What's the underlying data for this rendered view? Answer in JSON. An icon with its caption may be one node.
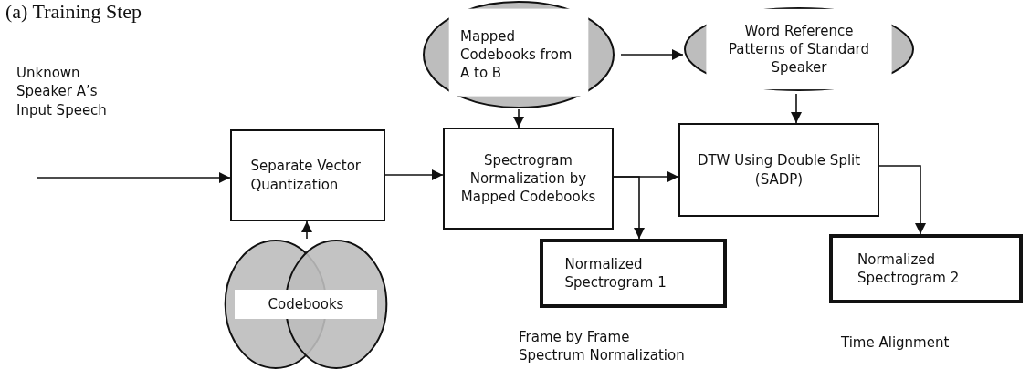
{
  "diagram": {
    "title": "(a) Training Step",
    "nodes": [
      {
        "text": [
          "Separate Vector Quantization"
        ]
      },
      {
        "text": [
          "Codebooks"
        ]
      },
      {
        "text": [
          "Mapped Codebooks from A to B"
        ]
      },
      {
        "text": [
          "Spectrogram Normalization by Mapped Codebooks"
        ]
      },
      {
        "text": [
          "Word Reference Patterns of Standard Speaker"
        ]
      },
      {
        "text": [
          "DTW Using Double Split (SADP)"
        ]
      },
      {
        "text": [
          "Normalized Spectrogram 1"
        ]
      },
      {
        "text": [
          "Normalized Spectrogram 2"
        ]
      }
    ],
    "edges": [
      {
        "from": null,
        "to": 0,
        "arrow": "to"
      },
      {
        "from": 1,
        "to": 0,
        "arrow": "to"
      },
      {
        "from": 0,
        "to": 3,
        "arrow": "to"
      },
      {
        "from": 2,
        "to": 3,
        "arrow": "to"
      },
      {
        "from": 2,
        "to": 4,
        "arrow": "to"
      },
      {
        "from": 4,
        "to": 5,
        "arrow": "to"
      },
      {
        "from": 3,
        "to": 5,
        "arrow": "to"
      },
      {
        "from": 3,
        "to": 6,
        "arrow": "to"
      },
      {
        "from": 5,
        "to": 7,
        "arrow": "to"
      }
    ],
    "labels": [
      "Unknown Speaker A’s Input Speech",
      "Frame by Frame Spectrum Normalization",
      "Time Alignment"
    ]
  }
}
